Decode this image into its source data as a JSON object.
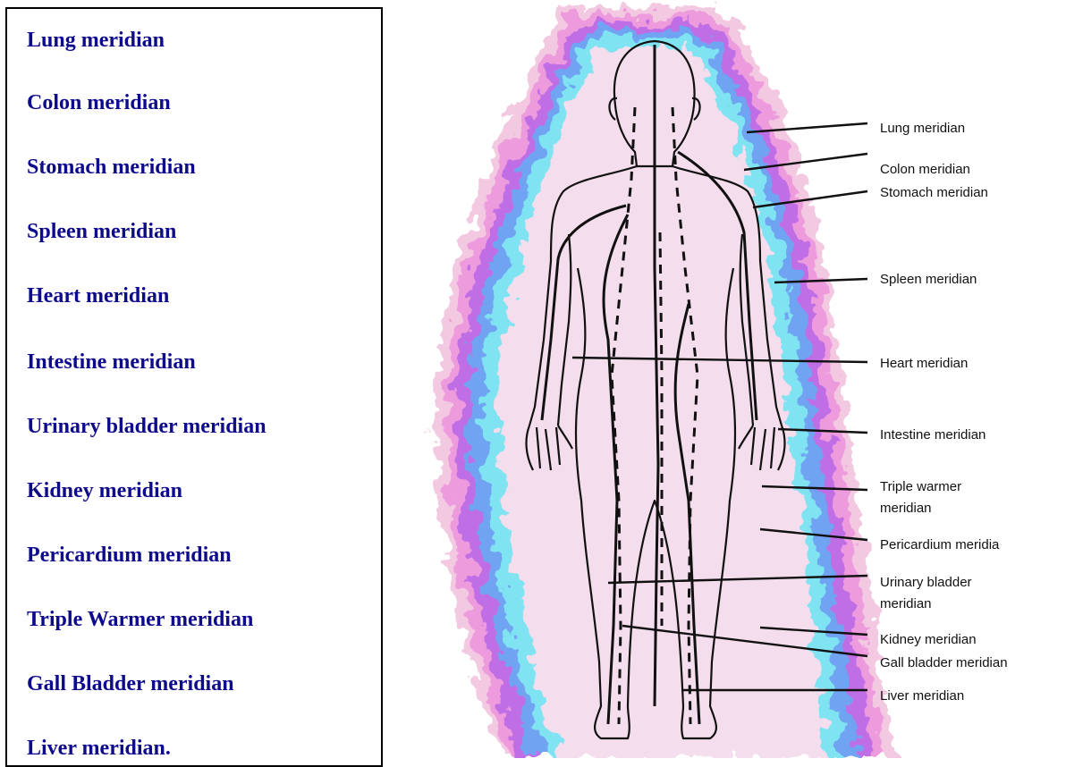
{
  "list": {
    "items": [
      "Lung meridian",
      "Colon meridian",
      "Stomach meridian",
      "Spleen meridian",
      "Heart meridian",
      "Intestine meridian",
      "Urinary bladder meridian",
      "Kidney meridian",
      "Pericardium meridian",
      "Triple Warmer meridian",
      "Gall Bladder meridian",
      "Liver meridian."
    ],
    "text_color": "#0d0a8c"
  },
  "figure": {
    "labels": [
      [
        "Lung meridian"
      ],
      [
        "Colon meridian"
      ],
      [
        "Stomach meridian"
      ],
      [
        "Spleen meridian"
      ],
      [
        "Heart meridian"
      ],
      [
        "Intestine meridian"
      ],
      [
        "Triple warmer",
        "meridian"
      ],
      [
        "Pericardium meridia"
      ],
      [
        "Urinary bladder",
        "meridian"
      ],
      [
        "Kidney meridian"
      ],
      [
        "Gall bladder meridian"
      ],
      [
        "Liver meridian"
      ]
    ],
    "aura_colors": [
      "#f3c9e2",
      "#ee9bde",
      "#c06ee6",
      "#6fa4f2",
      "#7fe3f2",
      "#f4ddec"
    ]
  }
}
